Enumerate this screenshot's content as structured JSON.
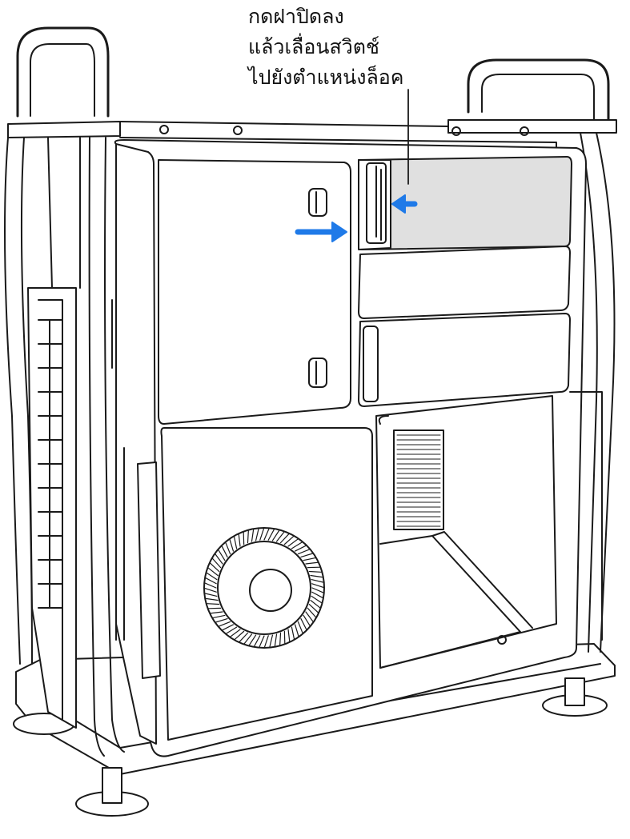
{
  "callout": {
    "lines": [
      "กดฝาปิดลง",
      "แล้วเลื่อนสวิตช์",
      "ไปยังตำแหน่งล็อค"
    ]
  },
  "colors": {
    "outline": "#1a1a1a",
    "highlight_module": "#e0e0e0",
    "arrow": "#1f7ae8",
    "background": "#ffffff"
  },
  "icons": [
    "arrow-right-icon",
    "arrow-left-icon"
  ]
}
